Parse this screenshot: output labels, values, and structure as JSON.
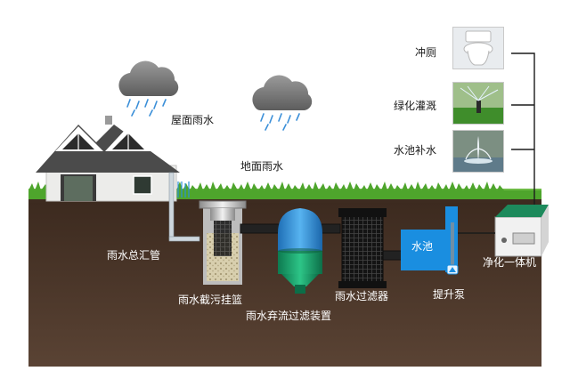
{
  "labels": {
    "roof_rain": "屋面雨水",
    "ground_rain": "地面雨水",
    "main_pipe": "雨水总汇管",
    "basket": "雨水截污挂篮",
    "diverter": "雨水弃流过滤装置",
    "filter": "雨水过滤器",
    "pool": "水池",
    "pump": "提升泵",
    "purifier": "净化一体机",
    "toilet": "冲厕",
    "irrigation": "绿化灌溉",
    "pool_refill": "水池补水"
  },
  "icons": [
    "rain-cloud-icon",
    "toilet-icon",
    "sprinkler-icon",
    "fountain-icon",
    "pump-icon"
  ],
  "colors": {
    "soil": "#4a3427",
    "grass": "#5cae36",
    "pool_blue": "#1a8ee0",
    "pipe_blue": "#2c8fd6",
    "tank_green": "#18a06a",
    "filter_black": "#1d1d1d",
    "roof": "#4b4b4b",
    "house_wall": "#e9e9e6"
  }
}
